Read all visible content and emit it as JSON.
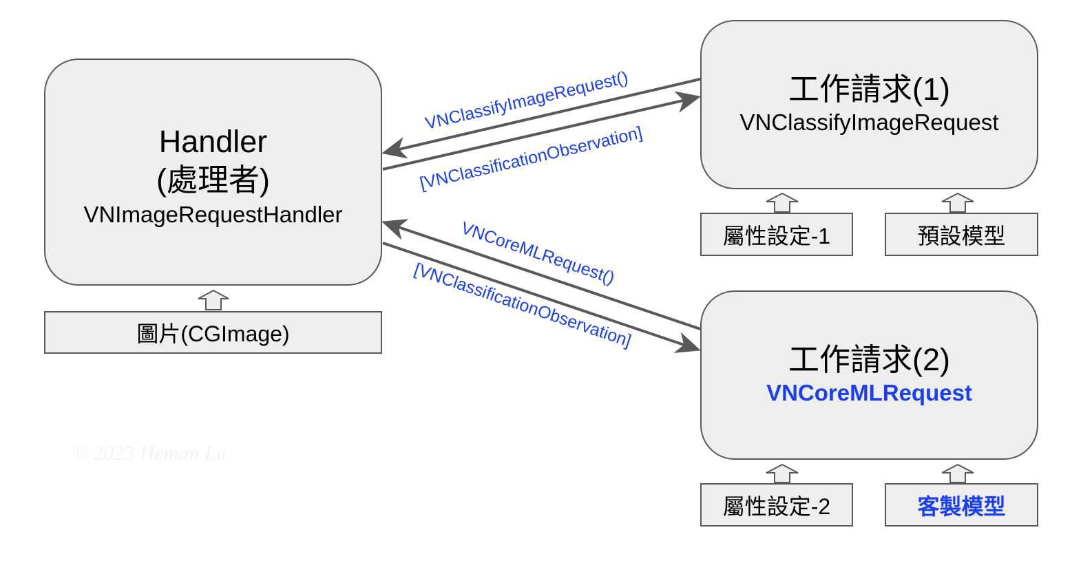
{
  "handler": {
    "title": "Handler",
    "subtitle": "(處理者)",
    "class_name": "VNImageRequestHandler"
  },
  "image_input": {
    "label": "圖片(CGImage)"
  },
  "request1": {
    "title": "工作請求(1)",
    "class_name": "VNClassifyImageRequest",
    "inputs": [
      {
        "label": "屬性設定-1"
      },
      {
        "label": "預設模型"
      }
    ]
  },
  "request2": {
    "title": "工作請求(2)",
    "class_name": "VNCoreMLRequest",
    "inputs": [
      {
        "label": "屬性設定-2"
      },
      {
        "label": "客製模型"
      }
    ]
  },
  "edges": {
    "req1_call": "VNClassifyImageRequest()",
    "req1_result": "[VNClassificationObservation]",
    "req2_call": "VNCoreMLRequest()",
    "req2_result": "[VNClassificationObservation]"
  },
  "colors": {
    "accent_blue": "#1a3ff0",
    "box_fill": "#eeeeee",
    "stroke": "#595959"
  },
  "watermark": "© 2023 Heman Lu"
}
